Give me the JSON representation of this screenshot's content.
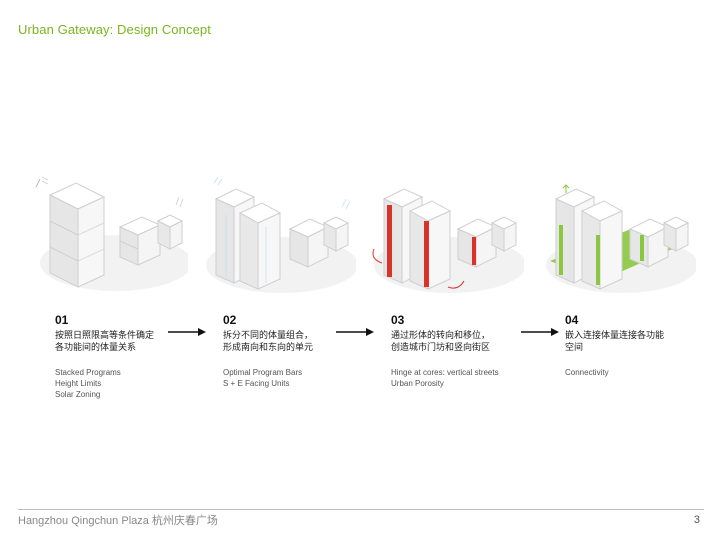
{
  "header": {
    "title": "Urban Gateway:  Design Concept"
  },
  "steps": [
    {
      "number": "01",
      "cn": "按照日照限高等条件确定\n各功能间的体量关系",
      "en": [
        "Stacked Programs",
        "Height Limits",
        "Solar Zoning"
      ]
    },
    {
      "number": "02",
      "cn": "拆分不同的体量组合，\n形成南向和东向的单元",
      "en": [
        "Optimal Program Bars",
        "S + E Facing Units"
      ]
    },
    {
      "number": "03",
      "cn": "通过形体的转向和移位，\n创造城市门坊和竖向街区",
      "en": [
        "Hinge at cores: vertical streets",
        "Urban Porosity"
      ]
    },
    {
      "number": "04",
      "cn": "嵌入连接体量连接各功能\n空间",
      "en": [
        "Connectivity"
      ]
    }
  ],
  "footer": {
    "project_en": "Hangzhou Qingchun Plaza",
    "project_cn": "杭州庆春广场",
    "page": "3"
  },
  "colors": {
    "accent": "#7ab51d",
    "core_red": "#d8322b",
    "connector_green": "#8cc63f"
  }
}
